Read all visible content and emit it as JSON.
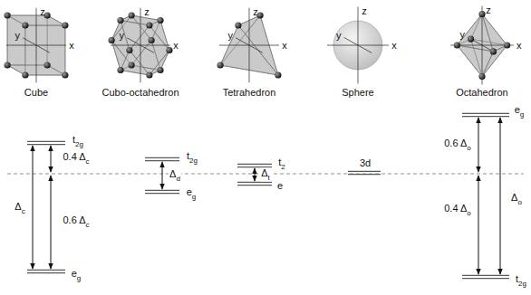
{
  "diagram": {
    "labels": [
      "z",
      "y",
      "x",
      "z",
      "y",
      "x",
      "z",
      "y",
      "x",
      "z",
      "y",
      "x",
      "z",
      "y",
      "x",
      "Cube",
      "Cubo-octahedron",
      "Tetrahedron",
      "Sphere",
      "Octahedron",
      "t2g",
      "0.4 Δc",
      "Δc",
      "0.6 Δc",
      "eg",
      "t2g",
      "Δd",
      "eg",
      "t2",
      "Δt",
      "e",
      "3d",
      "eg",
      "0.6 Δo",
      "Δo",
      "0.4 Δo",
      "t2g"
    ]
  }
}
